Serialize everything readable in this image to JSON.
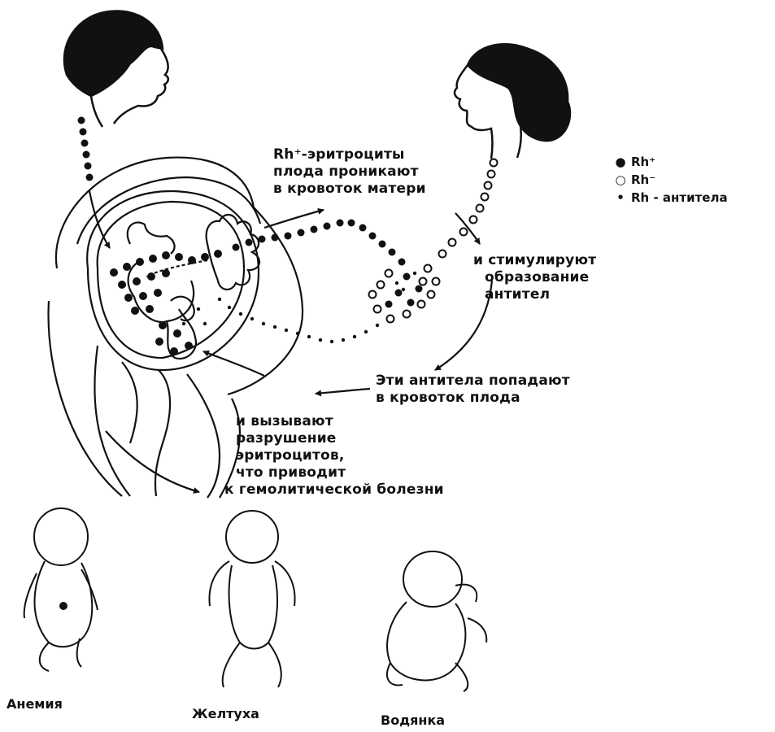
{
  "labels": {
    "enter": [
      "Rh⁺-эритроциты",
      "плода проникают",
      "в кровоток матери"
    ],
    "stimulate": [
      "и стимулируют",
      "образование",
      "антител"
    ],
    "reach": [
      "Эти антитела попадают",
      "в кровоток плода"
    ],
    "destroy": [
      "и вызывают",
      "разрушение",
      "эритроцитов,",
      "что приводит",
      "к гемолитической болезни"
    ]
  },
  "legend": [
    {
      "symbol": "●",
      "text": "Rh⁺"
    },
    {
      "symbol": "○",
      "text": "Rh⁻"
    },
    {
      "symbol": "•",
      "text": "Rh - антитела"
    }
  ],
  "conditions": [
    "Анемия",
    "Желтуха",
    "Водянка"
  ],
  "colors": {
    "ink": "#111111",
    "background": "#ffffff"
  }
}
